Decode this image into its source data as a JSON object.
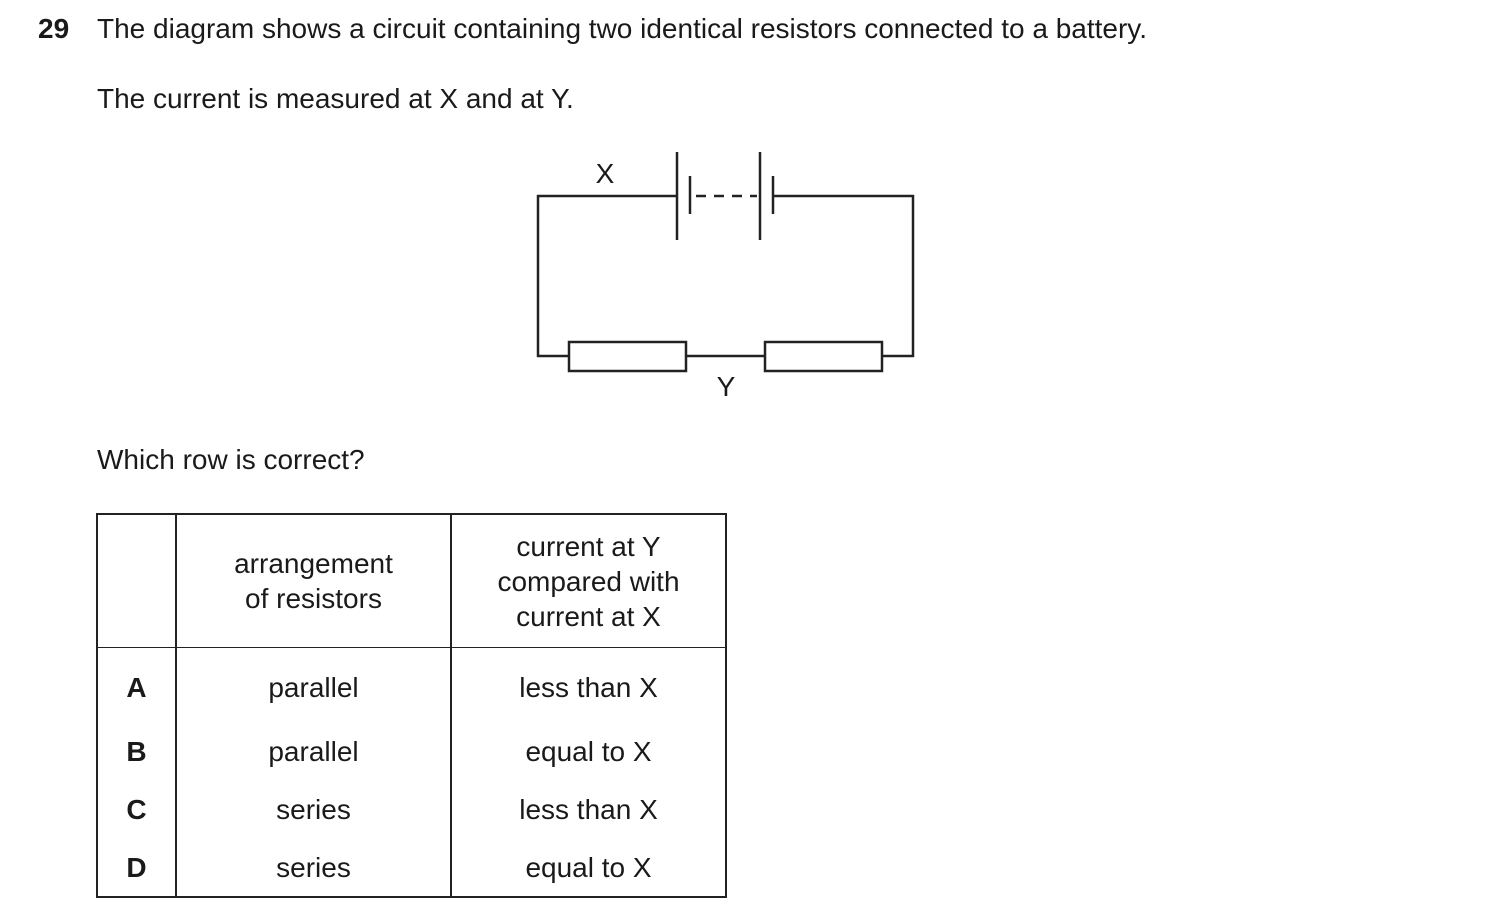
{
  "question": {
    "number": "29",
    "line1": "The diagram shows a circuit containing two identical resistors connected to a battery.",
    "line2": "The current is measured at X and at Y.",
    "prompt": "Which row is correct?"
  },
  "diagram": {
    "label_x": "X",
    "label_y": "Y"
  },
  "table": {
    "headers": [
      "",
      "arrangement of resistors",
      "current at Y compared with current at X"
    ],
    "header_lines": {
      "col1": [
        "arrangement",
        "of resistors"
      ],
      "col2": [
        "current at Y",
        "compared with",
        "current at X"
      ]
    },
    "rows": [
      {
        "letter": "A",
        "arrangement": "parallel",
        "current": "less than X"
      },
      {
        "letter": "B",
        "arrangement": "parallel",
        "current": "equal to X"
      },
      {
        "letter": "C",
        "arrangement": "series",
        "current": "less than X"
      },
      {
        "letter": "D",
        "arrangement": "series",
        "current": "equal to X"
      }
    ]
  }
}
